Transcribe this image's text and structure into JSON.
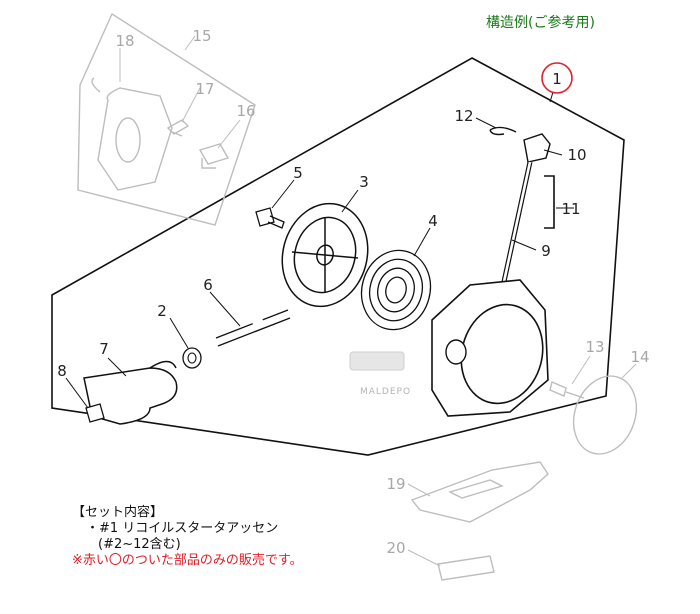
{
  "caption": "構造例(ご参考用)",
  "callouts": {
    "c1": "1",
    "c2": "2",
    "c3": "3",
    "c4": "4",
    "c5": "5",
    "c6": "6",
    "c7": "7",
    "c8": "8",
    "c9": "9",
    "c10": "10",
    "c11": "11",
    "c12": "12",
    "c13": "13",
    "c14": "14",
    "c15": "15",
    "c16": "16",
    "c17": "17",
    "c18": "18",
    "c19": "19",
    "c20": "20"
  },
  "watermark": "MALDEPO",
  "notes": {
    "heading": "【セット内容】",
    "line1": "・#1 リコイルスタータアッセン",
    "line2": "(#2~12含む)",
    "line3": "※赤い〇のついた部品のみの販売です。"
  },
  "colors": {
    "highlight": "#e0202a",
    "caption": "#1a7a1a",
    "inactive_part": "#a8a8a8"
  }
}
